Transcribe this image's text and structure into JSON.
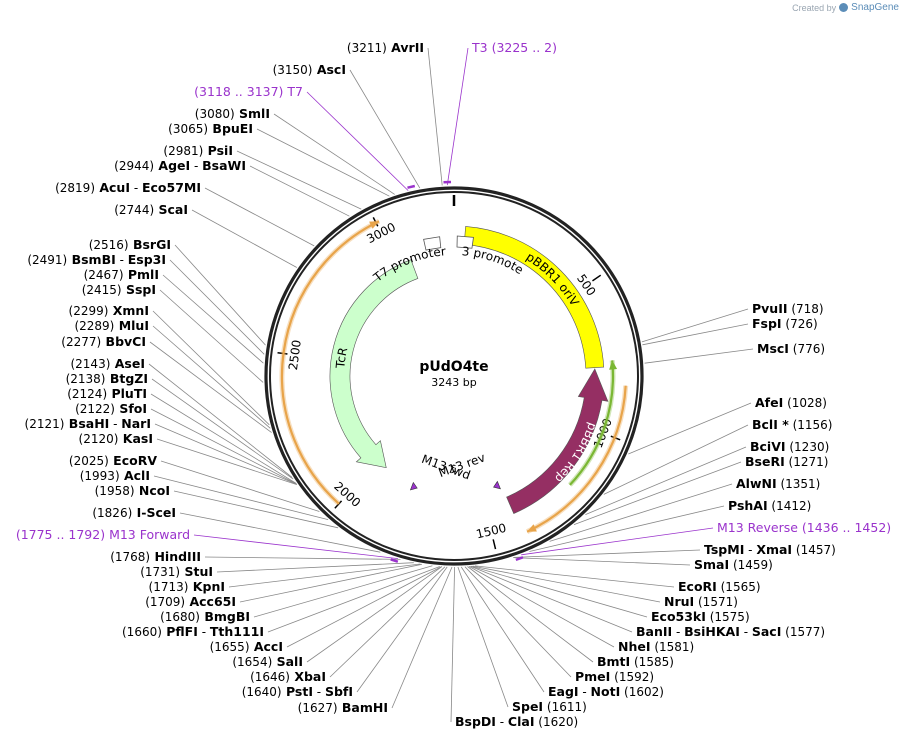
{
  "credit": {
    "prefix": "Created by",
    "brand": "SnapGene"
  },
  "plasmid": {
    "name": "pUdO4te",
    "length_label": "3243 bp",
    "length": 3243
  },
  "colors": {
    "backbone": "#222222",
    "ori": "#ffff00",
    "rep": "#952f63",
    "tcr": "#ccffcc",
    "promoter": "#ffffff",
    "primer": "#9a33cc",
    "arrow_orange": "#e8a44a",
    "arrow_green": "#7ab733",
    "leader": "#888888"
  },
  "ticks": [
    {
      "pos": 500,
      "label": "500"
    },
    {
      "pos": 1000,
      "label": "1000"
    },
    {
      "pos": 1500,
      "label": "1500"
    },
    {
      "pos": 2000,
      "label": "2000"
    },
    {
      "pos": 2500,
      "label": "2500"
    },
    {
      "pos": 3000,
      "label": "3000"
    }
  ],
  "features": [
    {
      "name": "pBBR1 oriV",
      "start": 40,
      "end": 780,
      "type": "ori",
      "dir": "none"
    },
    {
      "name": "pBBR1 Rep",
      "start": 785,
      "end": 1410,
      "type": "rep",
      "dir": "rev"
    },
    {
      "name": "TcR",
      "start": 1950,
      "end": 3060,
      "type": "tcr",
      "dir": "rev"
    }
  ],
  "promoters": [
    {
      "name": "T3 promoter",
      "pos": 12
    },
    {
      "name": "T7 promoter",
      "pos": 3190
    }
  ],
  "primer_arrows": [
    {
      "name": "M13 rev",
      "pos": 1445
    },
    {
      "name": "M13 fwd",
      "pos": 1785
    }
  ],
  "left_sites": [
    {
      "pos": "(3211)",
      "names": [
        "AvrII"
      ]
    },
    {
      "pos": "(3150)",
      "names": [
        "AscI"
      ]
    },
    {
      "pos": "(3118 .. 3137)",
      "names": [
        "T7"
      ],
      "primer": true
    },
    {
      "pos": "(3080)",
      "names": [
        "SmlI"
      ]
    },
    {
      "pos": "(3065)",
      "names": [
        "BpuEI"
      ]
    },
    {
      "pos": "(2981)",
      "names": [
        "PsiI"
      ]
    },
    {
      "pos": "(2944)",
      "names": [
        "AgeI",
        "BsaWI"
      ]
    },
    {
      "pos": "(2819)",
      "names": [
        "AcuI",
        "Eco57MI"
      ]
    },
    {
      "pos": "(2744)",
      "names": [
        "ScaI"
      ]
    },
    {
      "pos": "(2516)",
      "names": [
        "BsrGI"
      ]
    },
    {
      "pos": "(2491)",
      "names": [
        "BsmBI",
        "Esp3I"
      ]
    },
    {
      "pos": "(2467)",
      "names": [
        "PmlI"
      ]
    },
    {
      "pos": "(2415)",
      "names": [
        "SspI"
      ]
    },
    {
      "pos": "(2299)",
      "names": [
        "XmnI"
      ]
    },
    {
      "pos": "(2289)",
      "names": [
        "MluI"
      ]
    },
    {
      "pos": "(2277)",
      "names": [
        "BbvCI"
      ]
    },
    {
      "pos": "(2143)",
      "names": [
        "AseI"
      ]
    },
    {
      "pos": "(2138)",
      "names": [
        "BtgZI"
      ]
    },
    {
      "pos": "(2124)",
      "names": [
        "PluTI"
      ]
    },
    {
      "pos": "(2122)",
      "names": [
        "SfoI"
      ]
    },
    {
      "pos": "(2121)",
      "names": [
        "BsaHI",
        "NarI"
      ]
    },
    {
      "pos": "(2120)",
      "names": [
        "KasI"
      ]
    },
    {
      "pos": "(2025)",
      "names": [
        "EcoRV"
      ]
    },
    {
      "pos": "(1993)",
      "names": [
        "AclI"
      ]
    },
    {
      "pos": "(1958)",
      "names": [
        "NcoI"
      ]
    },
    {
      "pos": "(1826)",
      "names": [
        "I-SceI"
      ]
    },
    {
      "pos": "(1775 .. 1792)",
      "names": [
        "M13 Forward"
      ],
      "primer": true
    },
    {
      "pos": "(1768)",
      "names": [
        "HindIII"
      ]
    },
    {
      "pos": "(1731)",
      "names": [
        "StuI"
      ]
    },
    {
      "pos": "(1713)",
      "names": [
        "KpnI"
      ]
    },
    {
      "pos": "(1709)",
      "names": [
        "Acc65I"
      ]
    },
    {
      "pos": "(1680)",
      "names": [
        "BmgBI"
      ]
    },
    {
      "pos": "(1660)",
      "names": [
        "PflFI",
        "Tth111I"
      ]
    },
    {
      "pos": "(1655)",
      "names": [
        "AccI"
      ]
    },
    {
      "pos": "(1654)",
      "names": [
        "SalI"
      ]
    },
    {
      "pos": "(1646)",
      "names": [
        "XbaI"
      ]
    },
    {
      "pos": "(1640)",
      "names": [
        "PstI",
        "SbfI"
      ]
    },
    {
      "pos": "(1627)",
      "names": [
        "BamHI"
      ]
    }
  ],
  "right_sites": [
    {
      "pos": "(3225 .. 2)",
      "names": [
        "T3"
      ],
      "primer": true
    },
    {
      "pos": "(718)",
      "names": [
        "PvuII"
      ]
    },
    {
      "pos": "(726)",
      "names": [
        "FspI"
      ]
    },
    {
      "pos": "(776)",
      "names": [
        "MscI"
      ]
    },
    {
      "pos": "(1028)",
      "names": [
        "AfeI"
      ]
    },
    {
      "pos": "(1156)",
      "names": [
        "BclI *"
      ]
    },
    {
      "pos": "(1230)",
      "names": [
        "BciVI"
      ]
    },
    {
      "pos": "(1271)",
      "names": [
        "BseRI"
      ]
    },
    {
      "pos": "(1351)",
      "names": [
        "AlwNI"
      ]
    },
    {
      "pos": "(1412)",
      "names": [
        "PshAI"
      ]
    },
    {
      "pos": "(1436 .. 1452)",
      "names": [
        "M13 Reverse"
      ],
      "primer": true
    },
    {
      "pos": "(1457)",
      "names": [
        "TspMI",
        "XmaI"
      ]
    },
    {
      "pos": "(1459)",
      "names": [
        "SmaI"
      ]
    },
    {
      "pos": "(1565)",
      "names": [
        "EcoRI"
      ]
    },
    {
      "pos": "(1571)",
      "names": [
        "NruI"
      ]
    },
    {
      "pos": "(1575)",
      "names": [
        "Eco53kI"
      ]
    },
    {
      "pos": "(1577)",
      "names": [
        "BanII",
        "BsiHKAI",
        "SacI"
      ]
    },
    {
      "pos": "(1581)",
      "names": [
        "NheI"
      ]
    },
    {
      "pos": "(1585)",
      "names": [
        "BmtI"
      ]
    },
    {
      "pos": "(1592)",
      "names": [
        "PmeI"
      ]
    },
    {
      "pos": "(1602)",
      "names": [
        "EagI",
        "NotI"
      ]
    },
    {
      "pos": "(1611)",
      "names": [
        "SpeI"
      ]
    },
    {
      "pos": "(1620)",
      "names": [
        "BspDI",
        "ClaI"
      ]
    }
  ]
}
